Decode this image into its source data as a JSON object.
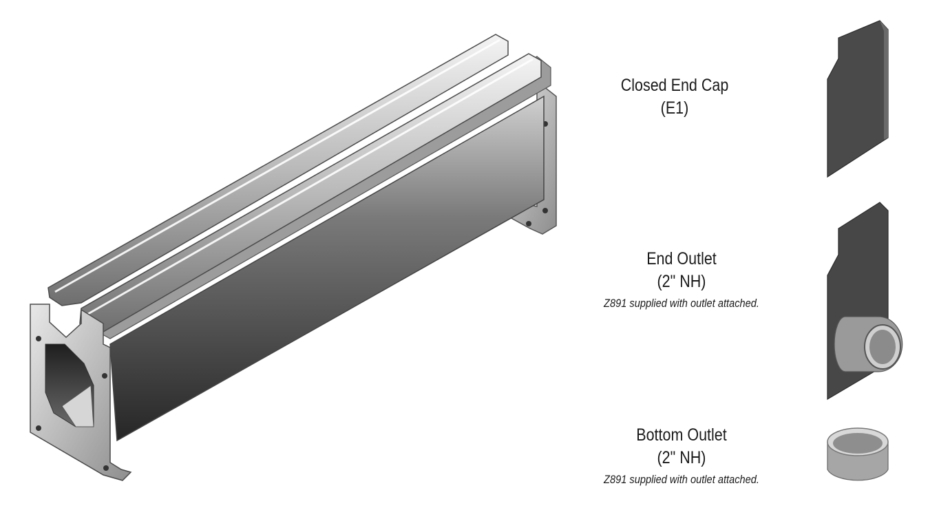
{
  "parts": [
    {
      "title": "Closed End Cap",
      "code": "(E1)",
      "note": ""
    },
    {
      "title": "End Outlet",
      "code": "(2\" NH)",
      "note": "Z891 supplied with outlet attached."
    },
    {
      "title": "Bottom Outlet",
      "code": "(2\" NH)",
      "note": "Z891 supplied with outlet attached."
    }
  ],
  "illustration": {
    "main": "trench-drain-channel-illustration",
    "figures": [
      "closed-end-cap-figure",
      "end-outlet-figure",
      "bottom-outlet-figure"
    ]
  },
  "colors": {
    "background": "#ffffff",
    "text": "#1a1a1a",
    "steel_dark": "#3a3a3a",
    "steel_mid": "#8a8a8a",
    "steel_light": "#e6e6e6"
  }
}
